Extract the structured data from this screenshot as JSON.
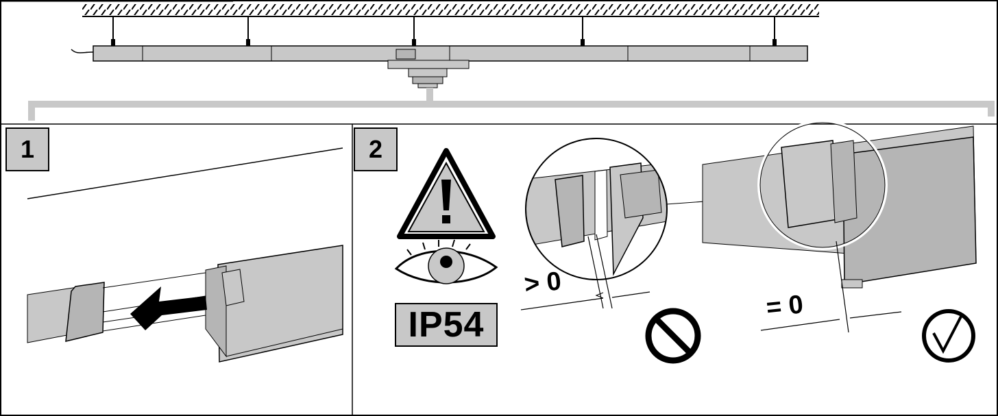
{
  "step1": {
    "number": "1"
  },
  "step2": {
    "number": "2"
  },
  "warning": {
    "icon": "warning-triangle-icon",
    "eye_icon": "eye-icon"
  },
  "rating": {
    "label": "IP54"
  },
  "gap_wrong": {
    "label": "> 0",
    "status_icon": "prohibited-icon"
  },
  "gap_correct": {
    "label": "= 0",
    "status_icon": "checkmark-circle-icon"
  },
  "colors": {
    "panel_fill": "#c8c8c8",
    "profile_fill": "#b5b5b5",
    "outline": "#000000"
  }
}
